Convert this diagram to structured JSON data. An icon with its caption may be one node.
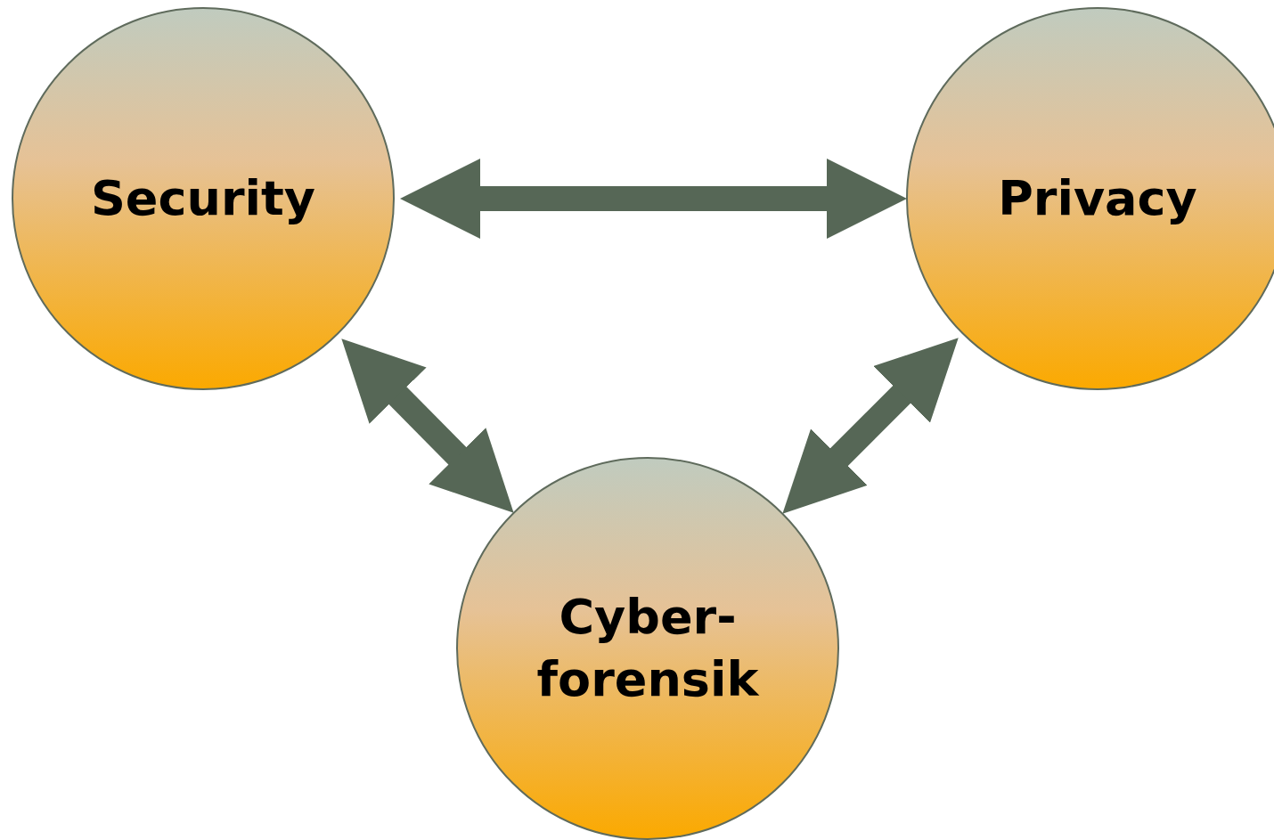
{
  "diagram": {
    "nodes": [
      {
        "text": [
          "Security"
        ]
      },
      {
        "text": [
          "Privacy"
        ]
      },
      {
        "text": [
          "Cyber- forensik"
        ]
      }
    ],
    "edges": [
      {
        "from": 0,
        "to": 1,
        "arrow": "both"
      },
      {
        "from": 0,
        "to": 2,
        "arrow": "both"
      },
      {
        "from": 1,
        "to": 2,
        "arrow": "both"
      }
    ]
  }
}
